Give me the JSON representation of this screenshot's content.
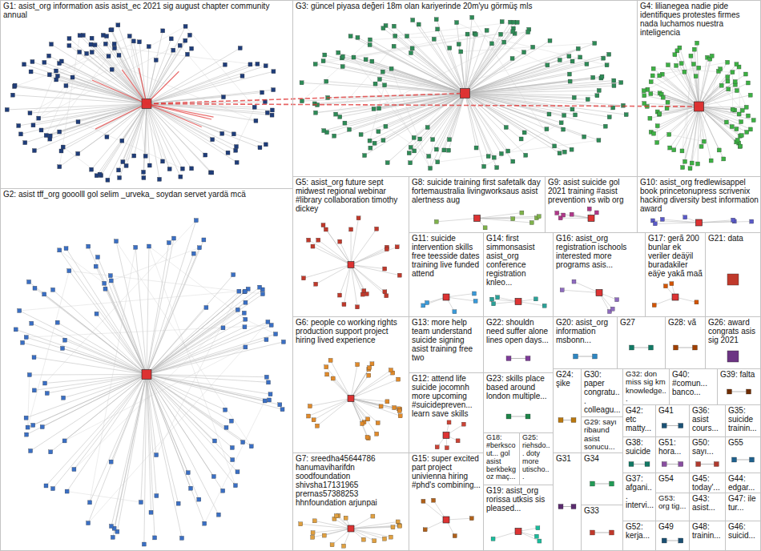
{
  "diagram": {
    "nodes": [
      {
        "text": [
          "G1: asist_org information asis asist_ec 2021 sig august chapter community annual"
        ]
      },
      {
        "text": [
          "G3: güncel piyasa değeri 18m olan kariyerinde 20m'yu görmüş mls"
        ]
      },
      {
        "text": [
          "G4: lilianegea nadie pide identifiques protestes firmes nada luchamos nuestra inteligencia"
        ]
      },
      {
        "text": [
          "G5: asist_org future sept midwest regional webinar #library collaboration timothy dickey"
        ]
      },
      {
        "text": [
          "G8: suicide training first safetalk day fortemaustralia livingworksaus asist alertness aug"
        ]
      },
      {
        "text": [
          "G9: asist suicide gol 2021 training #asist prevention vs wib org"
        ]
      },
      {
        "text": [
          "G10: asist_org fredlewisappel book princetonupress scrivenix hacking diversity best information award"
        ]
      },
      {
        "text": [
          "G11: suicide intervention skills free teesside dates training live funded attend"
        ]
      },
      {
        "text": [
          "G14: first simmonsasist asist_org conference registration knleo..."
        ]
      },
      {
        "text": [
          "G16: asist_org registration ischools interested more programs asis..."
        ]
      },
      {
        "text": [
          "G17: gerã 200 bunlar ek veriler deäÿil buradakiler eäÿe yakã maã"
        ]
      },
      {
        "text": [
          "G21: data"
        ]
      },
      {
        "text": [
          "G2: asist tff_org gooolll gol selim _urveka_ soydan servet yardä mcä"
        ]
      },
      {
        "text": [
          "G6: people co working rights production support project hiring lived experience"
        ]
      },
      {
        "text": [
          "G13: more help team understand suicide signing asist training free two"
        ]
      },
      {
        "text": [
          "G22: shouldn need suffer alone lines open days..."
        ]
      },
      {
        "text": [
          "G20: asist_org information msbonn..."
        ]
      },
      {
        "text": [
          "G27"
        ]
      },
      {
        "text": [
          "G28: vã"
        ]
      },
      {
        "text": [
          "G26: award congrats asis sig 2021"
        ]
      },
      {
        "text": [
          "G12: attend life suicide jocomnh more upcoming #suicidepreven... learn save skills"
        ]
      },
      {
        "text": [
          "G23: skills place based around london multiple..."
        ]
      },
      {
        "text": [
          "G24: şike"
        ]
      },
      {
        "text": [
          "G30: paper congratu... colleagu..."
        ]
      },
      {
        "text": [
          "G32: don miss sig km knowledge..."
        ]
      },
      {
        "text": [
          "G40: #comun... banco..."
        ]
      },
      {
        "text": [
          "G39: falta"
        ]
      },
      {
        "text": [
          "G42: etc matty..."
        ]
      },
      {
        "text": [
          "G41"
        ]
      },
      {
        "text": [
          "G36: asist cours..."
        ]
      },
      {
        "text": [
          "G35: suicide trainin..."
        ]
      },
      {
        "text": [
          "G29: sayı ribaund asist sonucu..."
        ]
      },
      {
        "text": [
          "G18: #berkscout... gol asist berkbekgoz maç..."
        ]
      },
      {
        "text": [
          "G25: riehsdo... doty more utischo..."
        ]
      },
      {
        "text": [
          "G38: suicide"
        ]
      },
      {
        "text": [
          "G51: hora..."
        ]
      },
      {
        "text": [
          "G50: sayı..."
        ]
      },
      {
        "text": [
          "G55"
        ]
      },
      {
        "text": [
          "G7: sreedha45644786 hanumaviharifdn soodfoundation shivsha17131965 prernas57388253 hhnfoundation arjunpai"
        ]
      },
      {
        "text": [
          "G15: super excited part project univienna hiring #phd's combining..."
        ]
      },
      {
        "text": [
          "G19: asist_org rorissa utksis sis pleased..."
        ]
      },
      {
        "text": [
          "G31"
        ]
      },
      {
        "text": [
          "G34"
        ]
      },
      {
        "text": [
          "G37: afgani... intervi..."
        ]
      },
      {
        "text": [
          "G54"
        ]
      },
      {
        "text": [
          "G45: today'..."
        ]
      },
      {
        "text": [
          "G44: edgar..."
        ]
      },
      {
        "text": [
          "G53: org tig..."
        ]
      },
      {
        "text": [
          "G43: asist..."
        ]
      },
      {
        "text": [
          "G47: ile tur..."
        ]
      },
      {
        "text": [
          "G33"
        ]
      },
      {
        "text": [
          "G52: kerja..."
        ]
      },
      {
        "text": [
          "G49"
        ]
      },
      {
        "text": [
          "G48: trainin..."
        ]
      },
      {
        "text": [
          "G46: suicid..."
        ]
      }
    ]
  }
}
